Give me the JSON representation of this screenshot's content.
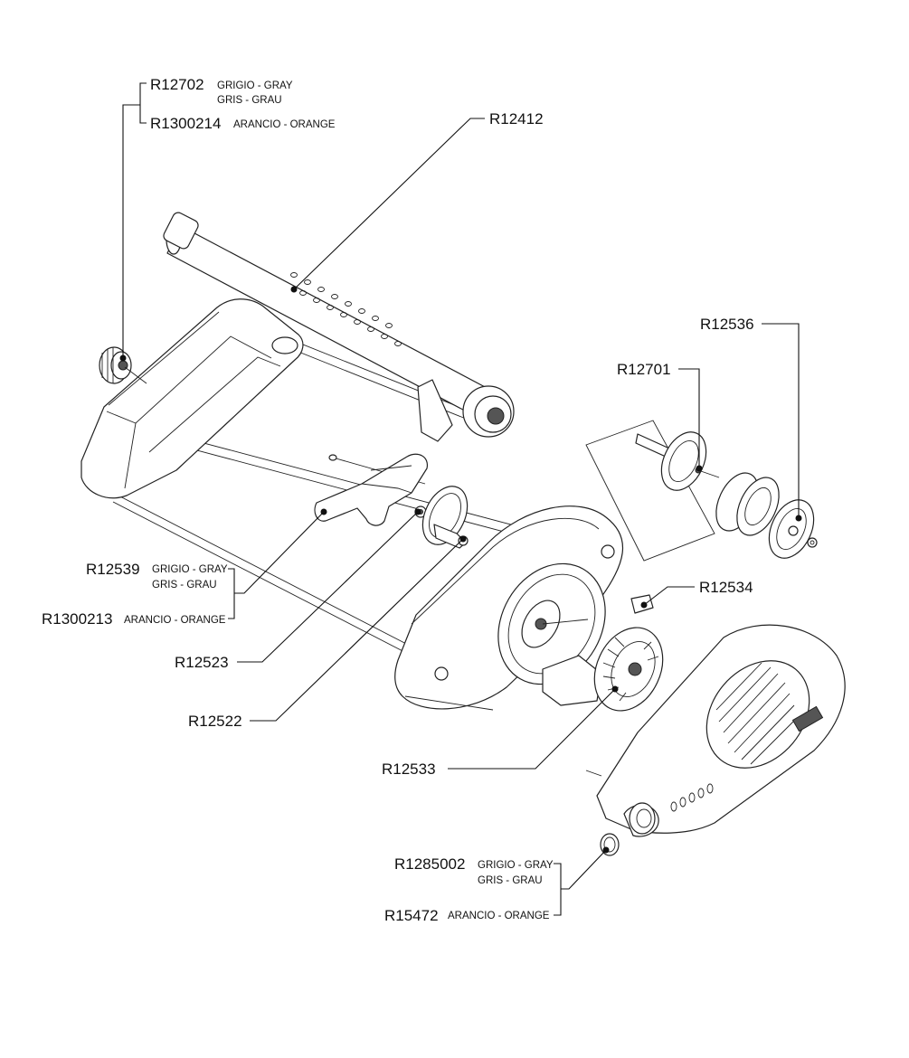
{
  "labels": {
    "r12702": {
      "code": "R12702",
      "note1": "GRIGIO - GRAY",
      "note2": "GRIS - GRAU"
    },
    "r1300214": {
      "code": "R1300214",
      "note1": "ARANCIO - ORANGE"
    },
    "r12412": {
      "code": "R12412"
    },
    "r12536": {
      "code": "R12536"
    },
    "r12701": {
      "code": "R12701"
    },
    "r12539": {
      "code": "R12539",
      "note1": "GRIGIO - GRAY",
      "note2": "GRIS - GRAU"
    },
    "r1300213": {
      "code": "R1300213",
      "note1": "ARANCIO - ORANGE"
    },
    "r12534": {
      "code": "R12534"
    },
    "r12523": {
      "code": "R12523"
    },
    "r12522": {
      "code": "R12522"
    },
    "r12533": {
      "code": "R12533"
    },
    "r1285002": {
      "code": "R1285002",
      "note1": "GRIGIO - GRAY",
      "note2": "GRIS - GRAU"
    },
    "r15472": {
      "code": "R15472",
      "note1": "ARANCIO - ORANGE"
    }
  }
}
